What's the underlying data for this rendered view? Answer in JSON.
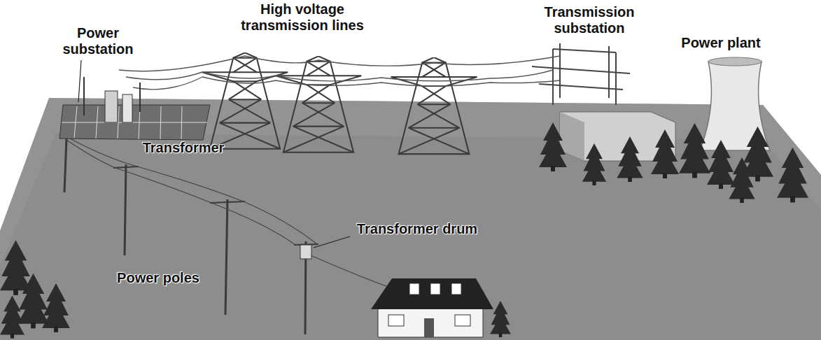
{
  "diagram": {
    "labels": [
      "Power substation",
      "High voltage transmission lines",
      "Transmission substation",
      "Power plant",
      "Transformer",
      "Transformer drum",
      "Power poles"
    ]
  }
}
